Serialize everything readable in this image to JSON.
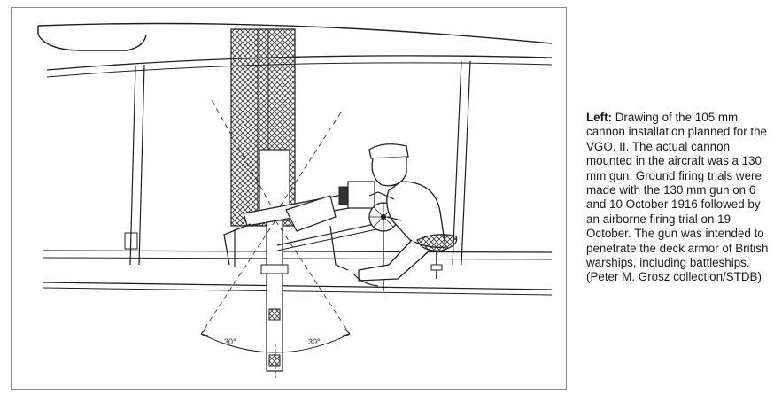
{
  "caption": {
    "lead": "Left:",
    "text": " Drawing of the 105 mm cannon installation planned for the VGO. II. The actual cannon mounted in the aircraft was a 130 mm gun. Ground firing trials were made with the 130 mm gun on 6 and 10 October 1916 followed by an airborne firing trial on 19 October. The gun was intended to penetrate the deck armor of British warships, including battleships. (Peter M. Grosz collection/STDB)"
  },
  "drawing": {
    "angle_left": "30°",
    "angle_right": "30°"
  },
  "colors": {
    "ink": "#1f1f1f",
    "frame": "#8a8a8a"
  }
}
